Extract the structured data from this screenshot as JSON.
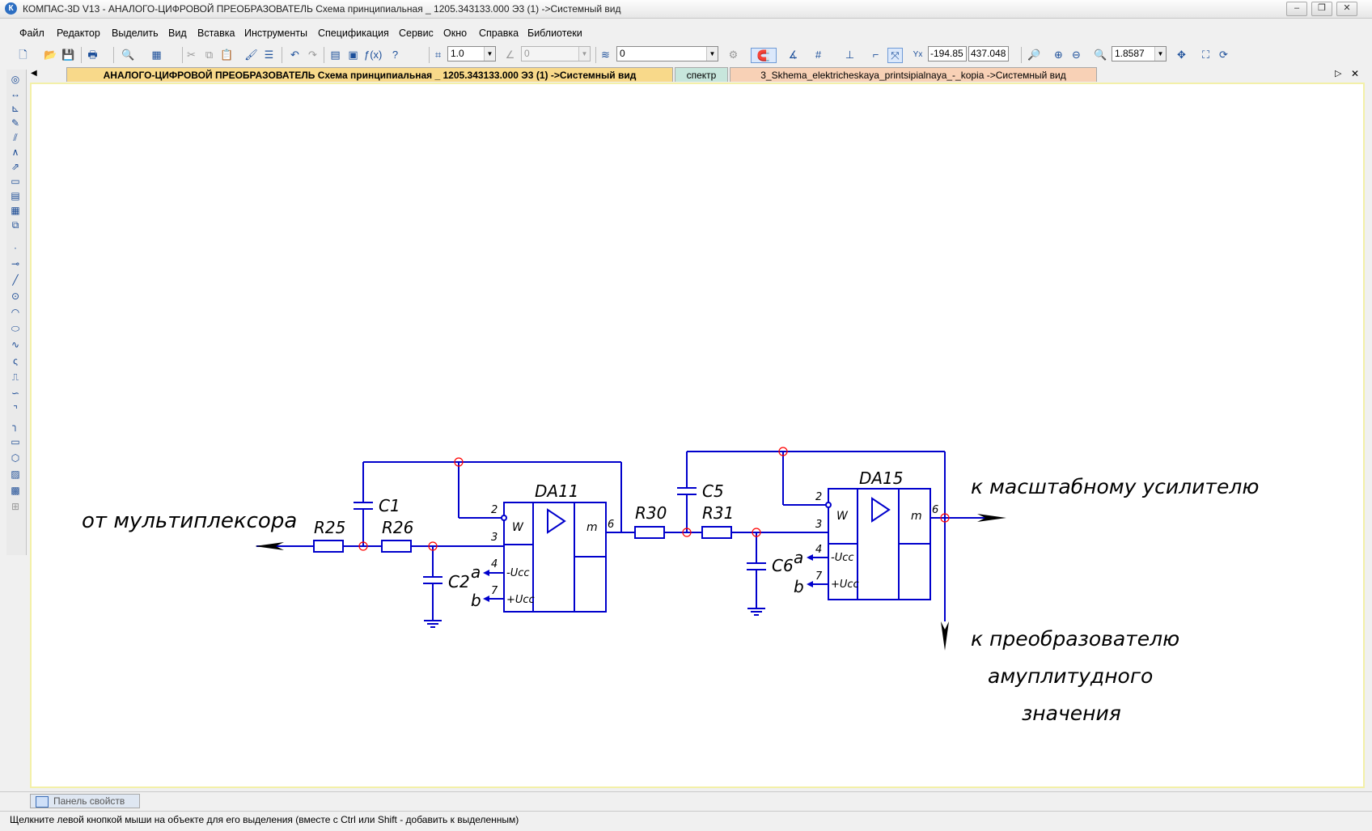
{
  "window": {
    "title": "КОМПАС-3D V13 - АНАЛОГО-ЦИФРОВОЙ ПРЕОБРАЗОВАТЕЛЬ Схема принципиальная _ 1205.343133.000 Э3 (1) ->Системный вид",
    "app_icon": "К",
    "minimize": "–",
    "restore": "❐",
    "close": "✕"
  },
  "menu": [
    "Файл",
    "Редактор",
    "Выделить",
    "Вид",
    "Вставка",
    "Инструменты",
    "Спецификация",
    "Сервис",
    "Окно",
    "Справка",
    "Библиотеки"
  ],
  "toolbar": {
    "scale_step": "1.0",
    "angle_step": "0",
    "layer": "0",
    "coord_x": "-194.85",
    "coord_y": "437.048",
    "zoom": "1.8587"
  },
  "tabs": {
    "left_arrow": "◀",
    "right_arrow": "▷",
    "close": "✕",
    "items": [
      "АНАЛОГО-ЦИФРОВОЙ ПРЕОБРАЗОВАТЕЛЬ Схема принципиальная _ 1205.343133.000 Э3 (1) ->Системный вид",
      "спектр",
      "3_Skhema_elektricheskaya_printsipialnaya_-_kopia ->Системный вид"
    ]
  },
  "schematic": {
    "label_from": "от мультиплексора",
    "label_to_scale": "к масштабному усилителю",
    "label_to_conv": [
      "к преобразователю",
      "амуплитудного",
      "значения"
    ],
    "R25": "R25",
    "R26": "R26",
    "R30": "R30",
    "R31": "R31",
    "C1": "C1",
    "C2": "C2",
    "C5": "C5",
    "C6": "C6",
    "DA11": "DA11",
    "DA15": "DA15",
    "W": "W",
    "m": "m",
    "minus_ucc": "-Ucc",
    "plus_ucc": "+Ucc",
    "pin2": "2",
    "pin3": "3",
    "pin4": "4",
    "pin6": "6",
    "pin7": "7",
    "a": "a",
    "b": "b"
  },
  "bottom_panel": {
    "label": "Панель свойств"
  },
  "status": {
    "text": "Щелкните левой кнопкой мыши на объекте для его выделения (вместе с Ctrl или Shift - добавить к выделенным)"
  },
  "colors": {
    "wire": "#0000cc",
    "node": "#ff0000",
    "canvas_border": "#f3f0a8"
  }
}
